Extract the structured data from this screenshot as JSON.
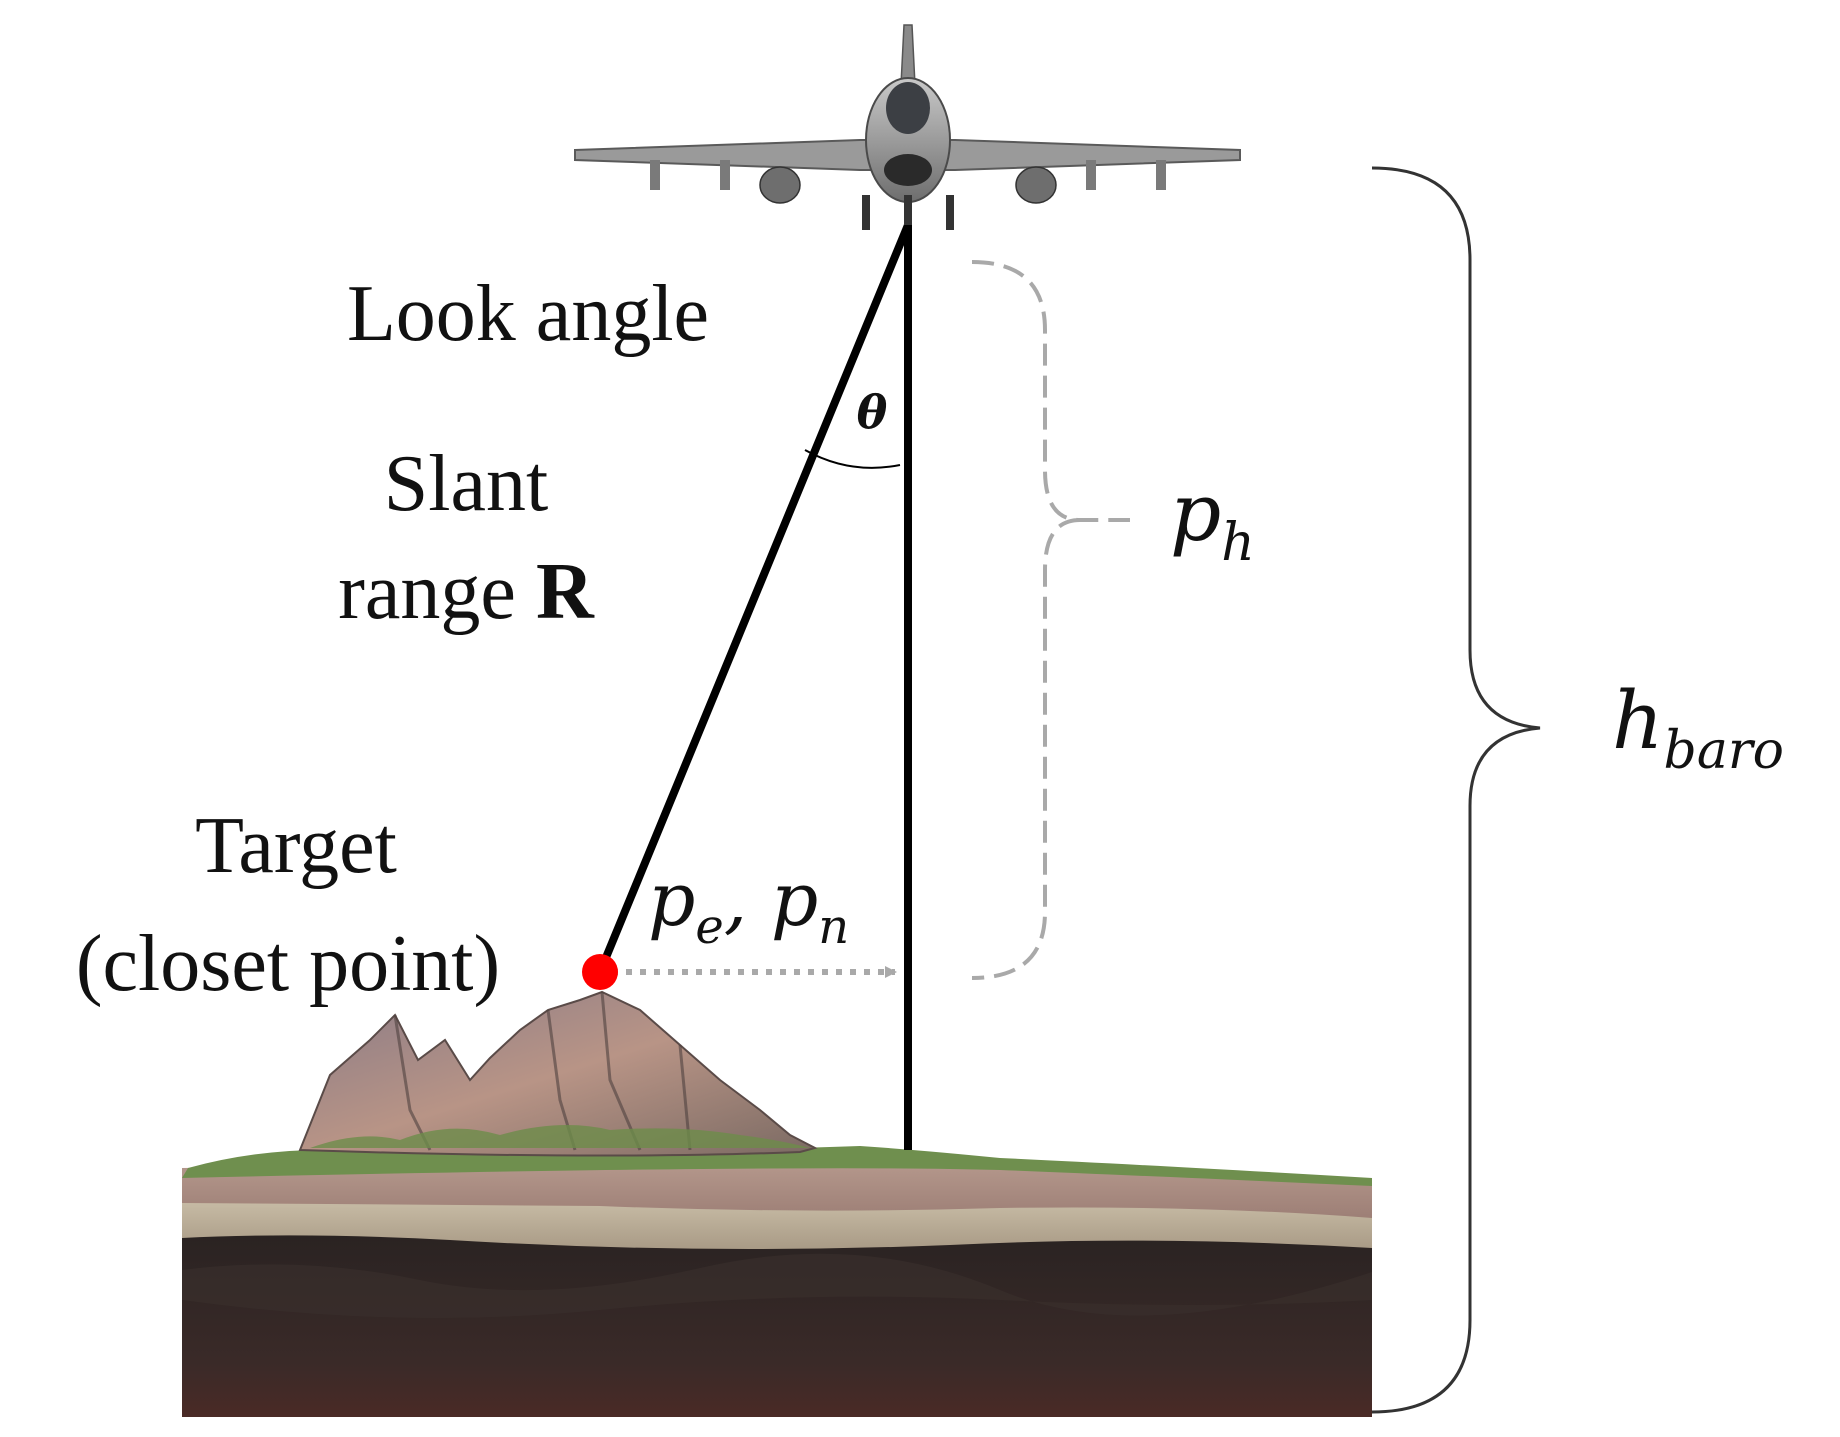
{
  "labels": {
    "look_angle": "Look angle",
    "theta": "θ",
    "slant_line1": "Slant",
    "slant_range_word": "range",
    "slant_range_symbol": "R",
    "target_line1": "Target",
    "target_line2": "(closet point)",
    "pe": "p",
    "pe_sub": "e",
    "pe_sep": ", ",
    "pn": "p",
    "pn_sub": "n",
    "ph": "p",
    "ph_sub": "h",
    "hbaro": "h",
    "hbaro_sub": "baro"
  },
  "colors": {
    "line": "#000000",
    "dashed": "#a9a9a9",
    "brace": "#333333",
    "target_point": "#ff0000"
  },
  "icons": {
    "aircraft": "fighter-jet-icon",
    "terrain": "mountain-terrain"
  }
}
